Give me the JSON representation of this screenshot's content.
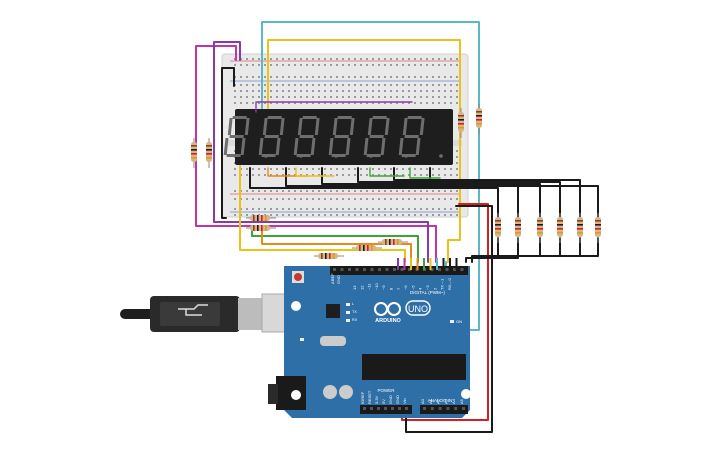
{
  "board": {
    "logo_text": "UNO",
    "brand_text": "ARDUINO",
    "digital_header": "DIGITAL (PWM~)",
    "analog_header": "ANALOG IN",
    "power_header": "POWER",
    "on_label": "ON",
    "tx_label": "TX",
    "rx_label": "RX",
    "l_label": "L",
    "aref_label": "AREF",
    "gnd_label": "GND",
    "digital_pins": [
      "13",
      "12",
      "~11",
      "~10",
      "~9",
      "8",
      "7",
      "~6",
      "~5",
      "4",
      "~3",
      "2",
      "TX→1",
      "RX←0"
    ],
    "power_pins": [
      "IOREF",
      "RESET",
      "3.3V",
      "5V",
      "GND",
      "GND",
      "Vin"
    ],
    "analog_pins": [
      "A0",
      "A1",
      "A2",
      "A3",
      "A4",
      "A5"
    ]
  },
  "display": {
    "digit_count": 6
  },
  "colors": {
    "board_blue": "#2f6fa8",
    "breadboard": "#e9e9e9",
    "segment_off": "#6e6e6e",
    "display_body": "#1e1e1e",
    "wire_red": "#d42020",
    "wire_black": "#1a1a1a",
    "wire_yellow": "#e8c41b",
    "wire_green": "#3aa53a",
    "wire_purple": "#8a3aa8",
    "wire_magenta": "#c035a8",
    "wire_cyan": "#5ab8c8",
    "wire_orange": "#e88a1a",
    "resistor_body": "#d9b38c"
  }
}
